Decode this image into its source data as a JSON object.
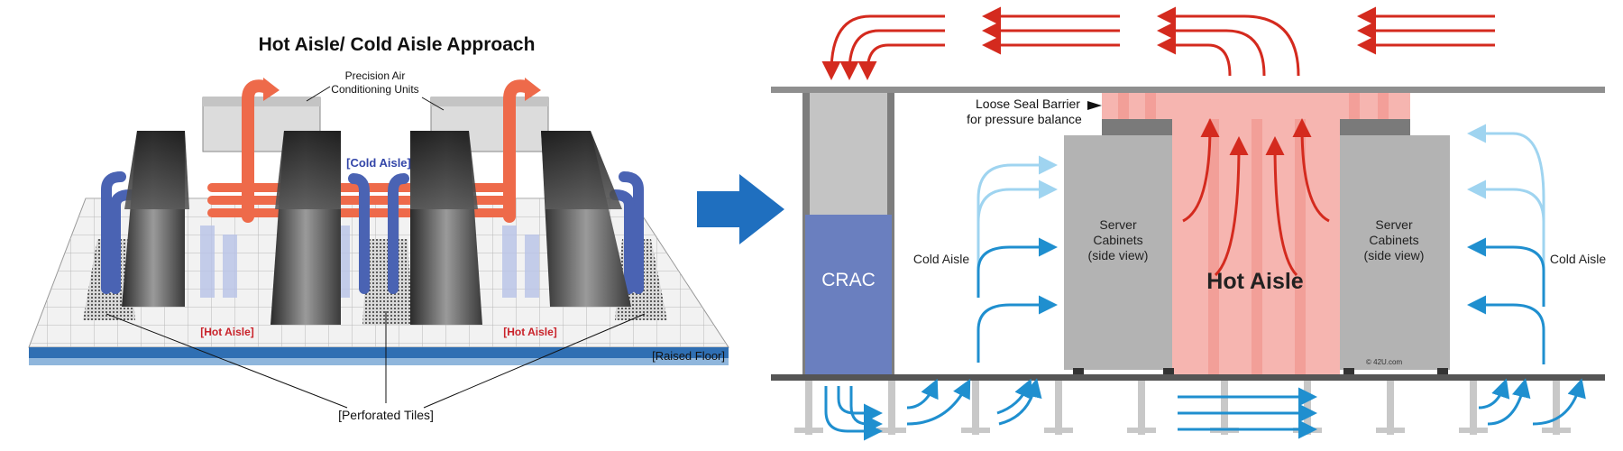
{
  "left_panel": {
    "title": "Hot Aisle/ Cold Aisle Approach",
    "crac_label_line1": "Precision Air",
    "crac_label_line2": "Conditioning Units",
    "cold_aisle_label": "[Cold Aisle]",
    "hot_aisle_label_left": "[Hot Aisle]",
    "hot_aisle_label_right": "[Hot Aisle]",
    "raised_floor_label": "[Raised Floor]",
    "perforated_tiles_label": "[Perforated Tiles]"
  },
  "right_panel": {
    "barrier_label_line1": "Loose Seal Barrier",
    "barrier_label_line2": "for pressure balance",
    "crac_label": "CRAC",
    "cold_aisle_left": "Cold Aisle",
    "cold_aisle_right": "Cold Aisle",
    "server_left_line1": "Server",
    "server_left_line2": "Cabinets",
    "server_left_line3": "(side view)",
    "server_right_line1": "Server",
    "server_right_line2": "Cabinets",
    "server_right_line3": "(side view)",
    "hot_aisle_label": "Hot Aisle",
    "copyright": "© 42U.com"
  },
  "colors": {
    "hot_arrow": "#d42a1e",
    "cold_arrow": "#1f8fcf",
    "cold_arrow_light": "#9fd4f0",
    "crac_blue": "#6a7fbf",
    "hot_zone": "#f6b5b0",
    "transition_arrow": "#1f6fbf",
    "left_cold_flow": "#4a63b3",
    "left_hot_flow": "#ee6a4a"
  },
  "icons": {
    "transition": "arrow-right-icon"
  }
}
